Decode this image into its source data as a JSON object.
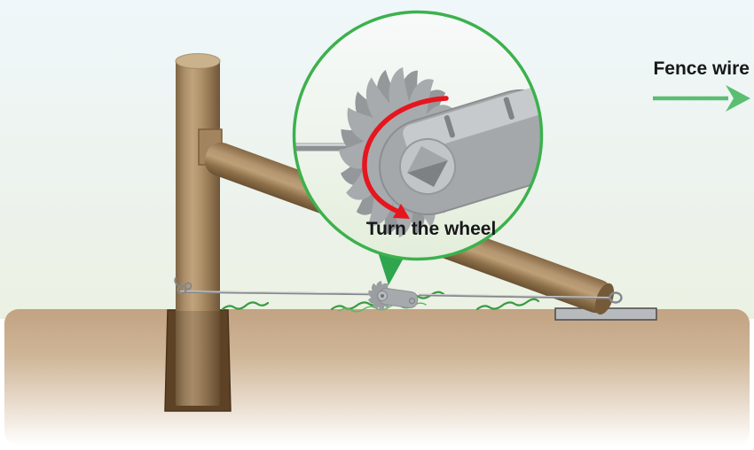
{
  "scene": {
    "type": "instructional-diagram",
    "labels": {
      "fence_wire": "Fence wire",
      "turn_the_wheel": "Turn the wheel"
    },
    "colors": {
      "sky_top": "#eff7fa",
      "sky_bottom": "#ebf1e2",
      "ground_tan": "#c2a383",
      "soil_dark": "#5d4226",
      "wood_mid": "#b2946c",
      "wood_dark": "#6f5538",
      "metal_gray": "#a6aaad",
      "wire_gray": "#85888b",
      "callout_border_green": "#3cb14d",
      "arrow_green": "#5abe72",
      "pointer_green": "#2fa54e",
      "arrow_red": "#e6161e",
      "label_text": "#17181a"
    },
    "icons": {
      "fence_wire_arrow": "right-arrow",
      "turn_direction_arrow": "curved-counterclockwise-arrow",
      "callout_pointer": "down-triangle"
    }
  }
}
